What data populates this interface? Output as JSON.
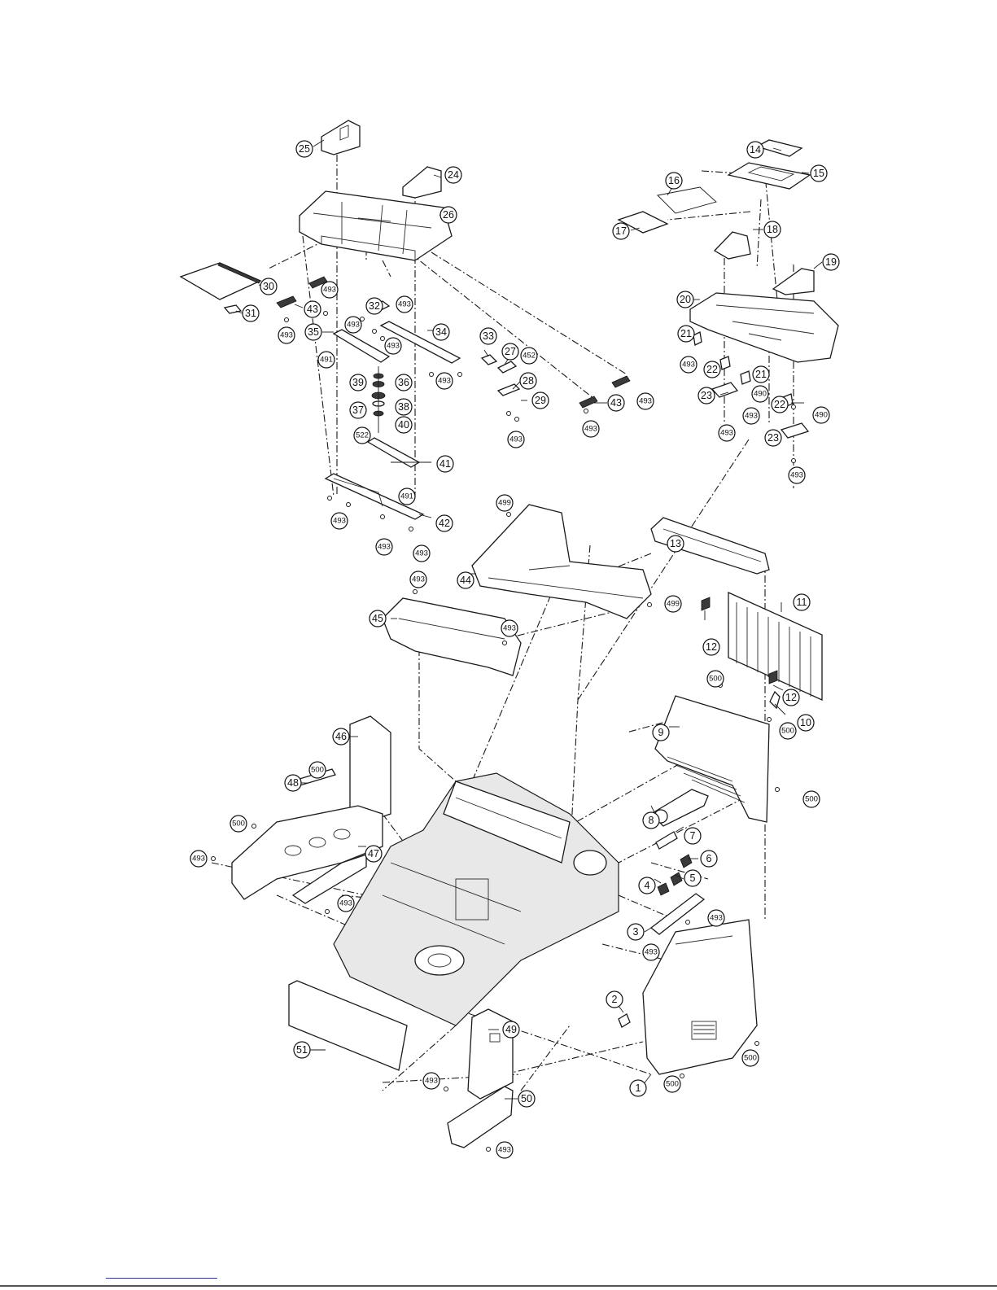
{
  "diagram": {
    "callouts": {
      "c1": "1",
      "c2": "2",
      "c3": "3",
      "c4": "4",
      "c5": "5",
      "c6": "6",
      "c7": "7",
      "c8": "8",
      "c9": "9",
      "c10": "10",
      "c11": "11",
      "c12a": "12",
      "c12b": "12",
      "c13": "13",
      "c14": "14",
      "c15": "15",
      "c16": "16",
      "c17": "17",
      "c18": "18",
      "c19": "19",
      "c20": "20",
      "c21a": "21",
      "c21b": "21",
      "c22a": "22",
      "c22b": "22",
      "c23a": "23",
      "c23b": "23",
      "c24": "24",
      "c25": "25",
      "c26": "26",
      "c27": "27",
      "c28": "28",
      "c29": "29",
      "c30": "30",
      "c31": "31",
      "c32": "32",
      "c33": "33",
      "c34": "34",
      "c35": "35",
      "c36": "36",
      "c37": "37",
      "c38": "38",
      "c39": "39",
      "c40": "40",
      "c41": "41",
      "c42": "42",
      "c43a": "43",
      "c43b": "43",
      "c44": "44",
      "c45": "45",
      "c46": "46",
      "c47": "47",
      "c48": "48",
      "c49": "49",
      "c50": "50",
      "c51": "51",
      "c452": "452",
      "c490a": "490",
      "c490b": "490",
      "c491a": "491",
      "c491b": "491",
      "c493a": "493",
      "c493b": "493",
      "c493c": "493",
      "c493d": "493",
      "c493e": "493",
      "c493f": "493",
      "c493g": "493",
      "c493h": "493",
      "c493i": "493",
      "c493j": "493",
      "c493k": "493",
      "c493l": "493",
      "c493m": "493",
      "c493n": "493",
      "c493o": "493",
      "c493p": "493",
      "c493q": "493",
      "c493r": "493",
      "c493s": "493",
      "c493t": "493",
      "c493u": "493",
      "c493v": "493",
      "c493w": "493",
      "c493x": "493",
      "c499a": "499",
      "c499b": "499",
      "c500a": "500",
      "c500b": "500",
      "c500c": "500",
      "c500d": "500",
      "c500e": "500",
      "c500f": "500",
      "c500g": "500",
      "c522": "522"
    }
  }
}
